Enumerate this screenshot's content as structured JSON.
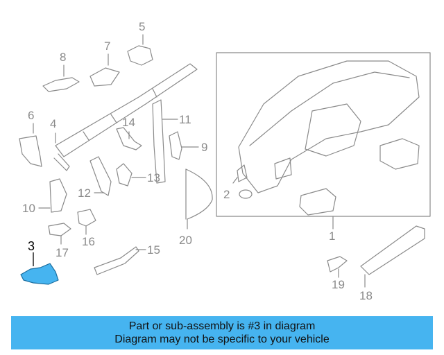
{
  "callouts": [
    "1",
    "2",
    "3",
    "4",
    "5",
    "6",
    "7",
    "8",
    "9",
    "10",
    "11",
    "12",
    "13",
    "14",
    "15",
    "16",
    "17",
    "18",
    "19",
    "20"
  ],
  "highlighted_part": "3",
  "banner": {
    "line1": "Part or sub-assembly is #3 in diagram",
    "line2": "Diagram may not be specific to your vehicle"
  },
  "colors": {
    "highlight": "#46b4f0",
    "lines": "#8a8a8a",
    "banner": "#46b4f0"
  }
}
